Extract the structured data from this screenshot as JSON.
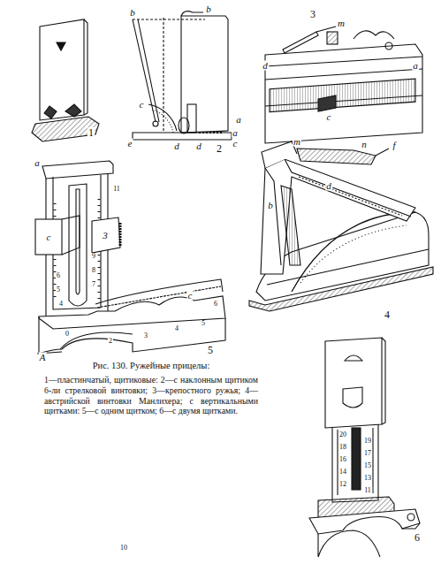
{
  "diagram": {
    "caption": "Рис. 130. Ружейные прицелы:",
    "labels": [
      "1—пластинчатый, щитиковые: 2—с наклонным щитиком 6-ли стрелковой винтовки; 3—крепостного ружья; 4—австрийской винтовки Манлихера; с вертикальными щитками: 5—с одним щитком; 6—с двумя щитками.",
      "1",
      "2",
      "b",
      "b",
      "c",
      "e",
      "d",
      "a",
      "d",
      "c",
      "a",
      "3",
      "m",
      "d",
      "a",
      "c",
      "4",
      "m",
      "n",
      "f",
      "d",
      "b",
      "5",
      "a",
      "11",
      "c",
      "3",
      "9",
      "8",
      "7",
      "6",
      "5",
      "4",
      "0",
      "2",
      "3",
      "4",
      "5",
      "6",
      "c",
      "A",
      "6",
      "20",
      "19",
      "18",
      "17",
      "16",
      "15",
      "14",
      "13",
      "12",
      "11",
      "10"
    ]
  }
}
